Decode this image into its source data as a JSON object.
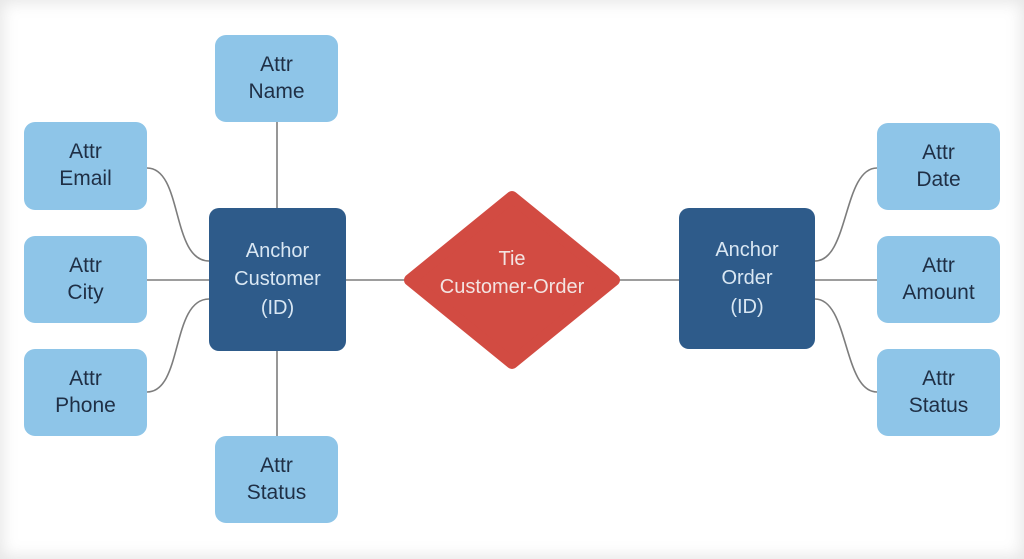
{
  "colors": {
    "attribute_fill": "#8ec5e8",
    "anchor_fill": "#2e5b8a",
    "tie_fill": "#d24b42",
    "attribute_text": "#1f2f45",
    "anchor_text": "#d9e7f3",
    "tie_text": "#f3e3e1",
    "edge": "#7d7d7d"
  },
  "nodes": {
    "attr_name": {
      "label": "Attr\nName"
    },
    "attr_email": {
      "label": "Attr\nEmail"
    },
    "attr_city": {
      "label": "Attr\nCity"
    },
    "attr_phone": {
      "label": "Attr\nPhone"
    },
    "attr_status_customer": {
      "label": "Attr\nStatus"
    },
    "anchor_customer": {
      "label": "Anchor\nCustomer\n(ID)"
    },
    "tie_customer_order": {
      "label": "Tie\nCustomer-Order"
    },
    "anchor_order": {
      "label": "Anchor\nOrder\n(ID)"
    },
    "attr_date": {
      "label": "Attr\nDate"
    },
    "attr_amount": {
      "label": "Attr\nAmount"
    },
    "attr_status_order": {
      "label": "Attr\nStatus"
    }
  }
}
